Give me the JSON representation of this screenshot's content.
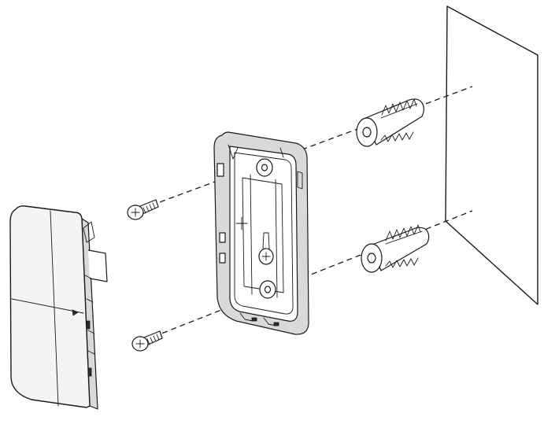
{
  "diagram": {
    "type": "exploded-assembly",
    "parts": [
      "wall",
      "wall-plug-upper",
      "wall-plug-lower",
      "mounting-base",
      "screw-upper",
      "screw-lower",
      "front-cover"
    ],
    "colors": {
      "line": "#1a1a1a",
      "cover_fill": "#f4f4f4",
      "shade_fill": "#d9d9d9",
      "background": "#ffffff"
    }
  }
}
